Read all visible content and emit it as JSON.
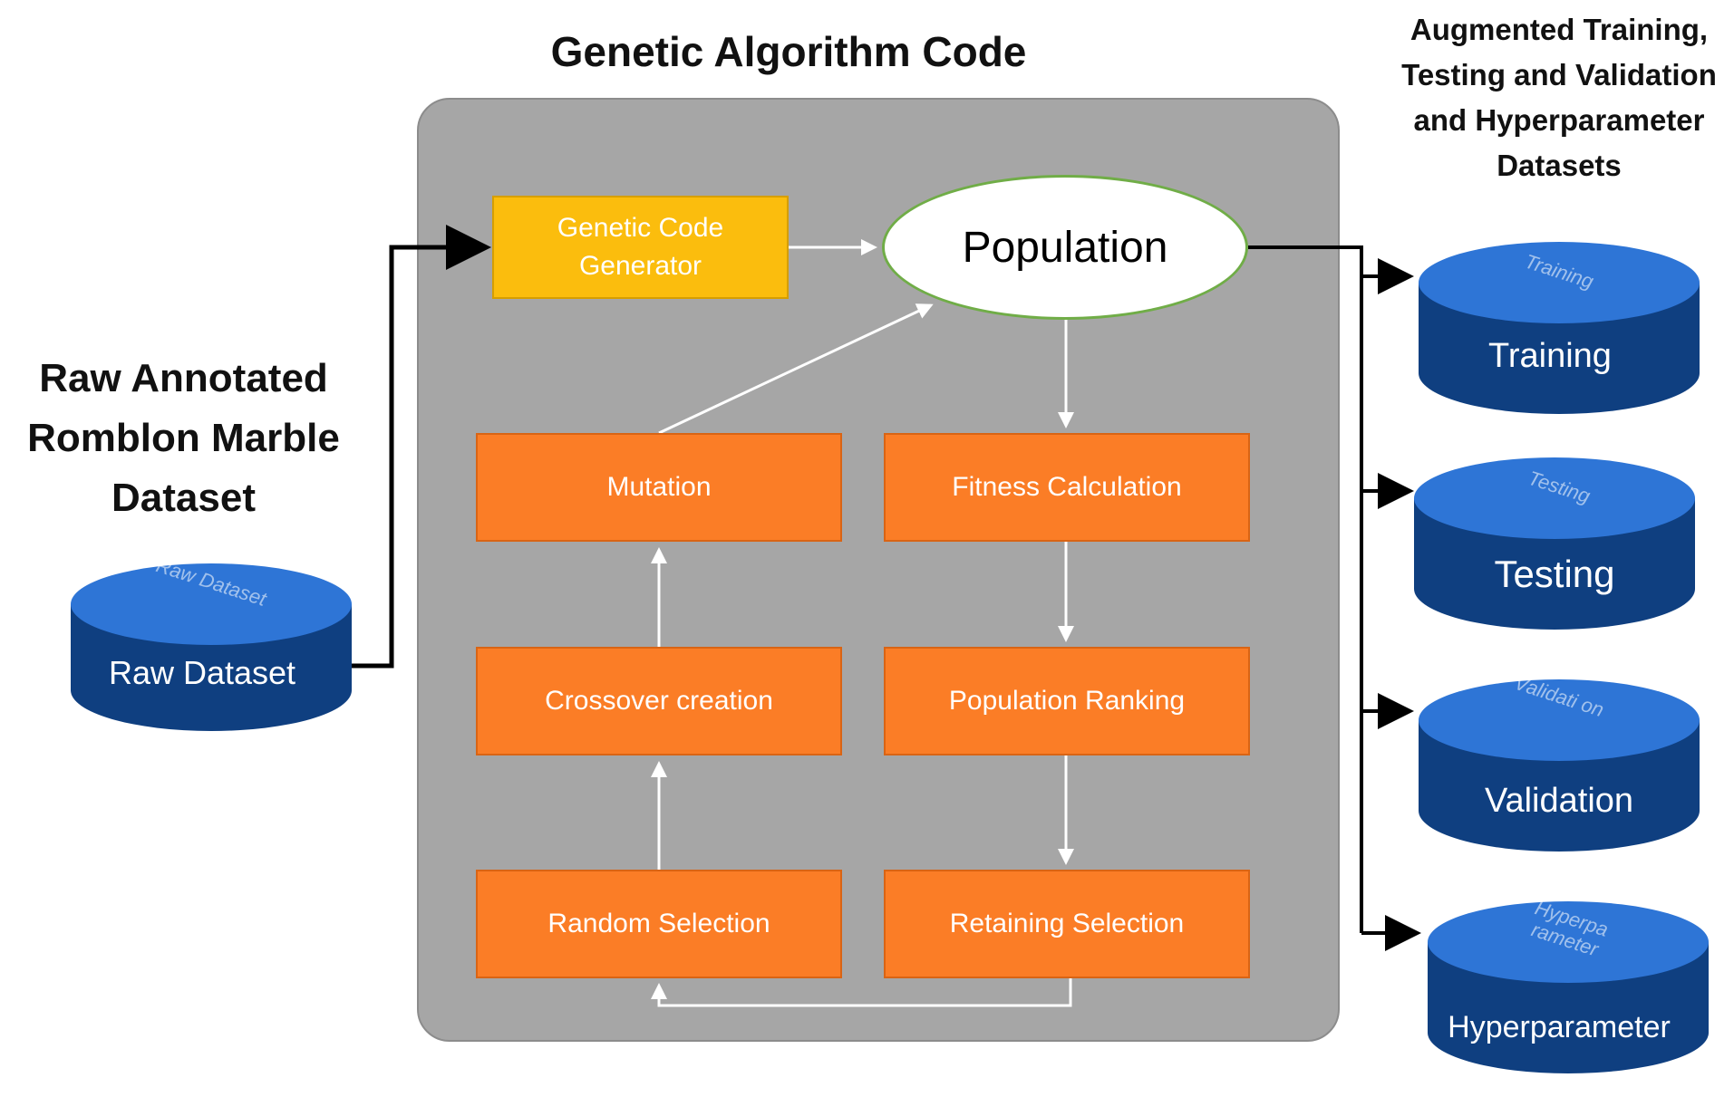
{
  "title": "Genetic Algorithm Code",
  "left_title": "Raw Annotated Romblon Marble Dataset",
  "right_title": "Augmented Training, Testing and Validation and Hyperparameter Datasets",
  "nodes": {
    "generator": "Genetic Code Generator",
    "population": "Population",
    "mutation": "Mutation",
    "fitness": "Fitness Calculation",
    "crossover": "Crossover creation",
    "ranking": "Population Ranking",
    "random_selection": "Random Selection",
    "retaining_selection": "Retaining Selection"
  },
  "databases": {
    "raw": {
      "lid": "Raw Dataset",
      "label": "Raw Dataset"
    },
    "training": {
      "lid": "Training",
      "label": "Training"
    },
    "testing": {
      "lid": "Testing",
      "label": "Testing"
    },
    "validation": {
      "lid": "Validati on",
      "label": "Validation"
    },
    "hyperparameter": {
      "lid": "Hyperpa rameter",
      "label": "Hyperparameter"
    }
  },
  "colors": {
    "panel": "#a6a6a6",
    "orange_box": "#fb7d26",
    "yellow_box": "#fbbd0d",
    "ellipse_border": "#70ad47",
    "db_top": "#2e75d6",
    "db_body": "#0f3f80"
  }
}
